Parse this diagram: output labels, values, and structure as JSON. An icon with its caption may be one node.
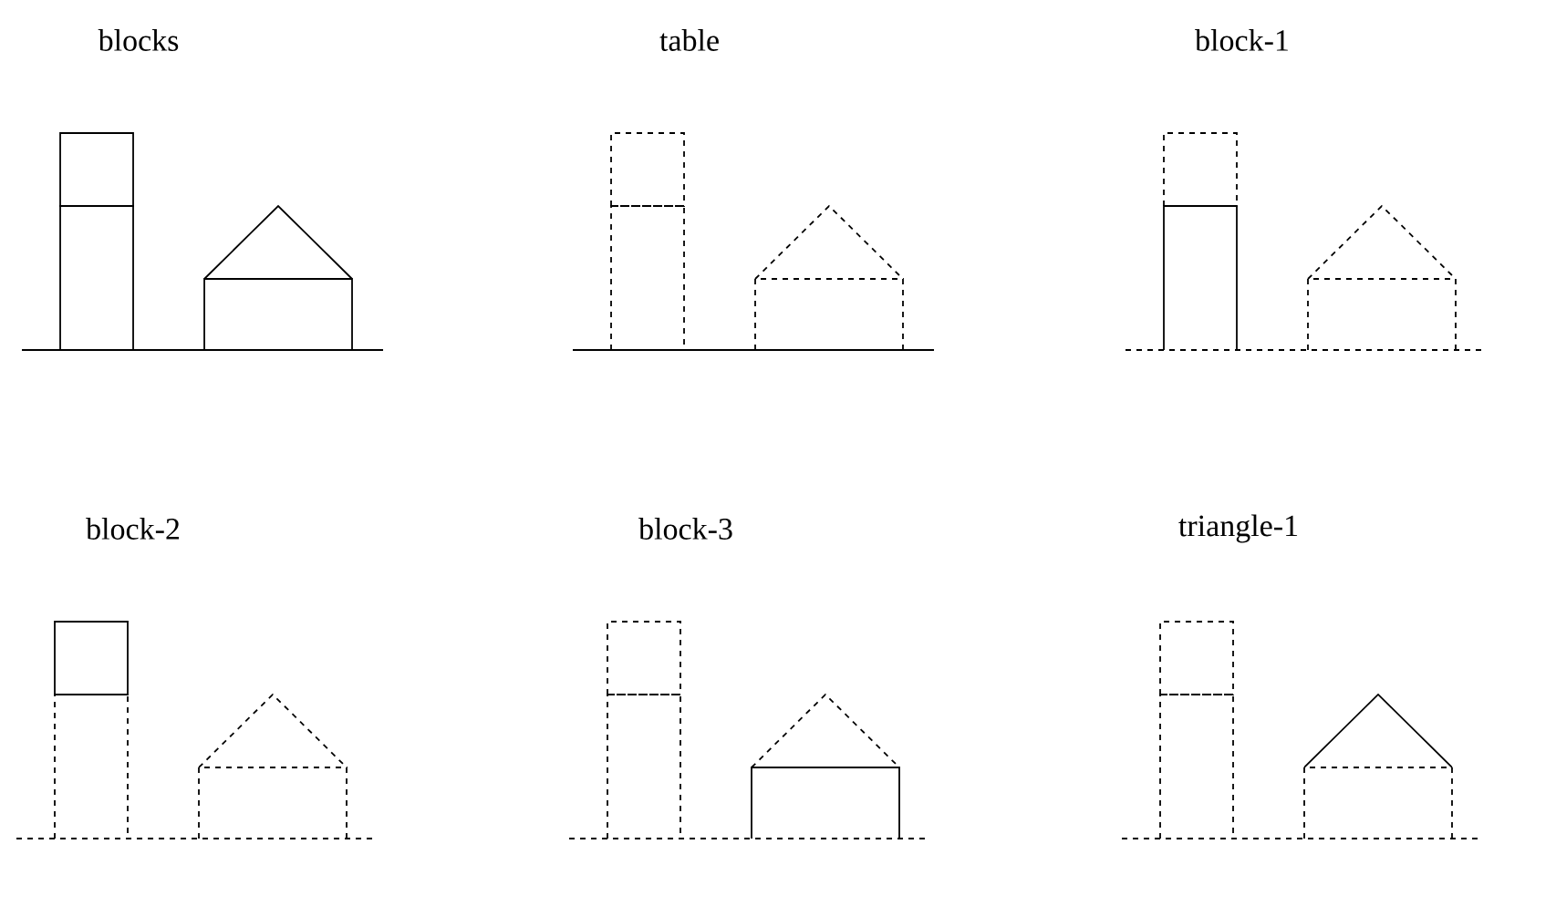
{
  "diagram": {
    "labels": [
      "blocks",
      "table",
      "block-1",
      "block-2",
      "block-3",
      "triangle-1"
    ]
  }
}
